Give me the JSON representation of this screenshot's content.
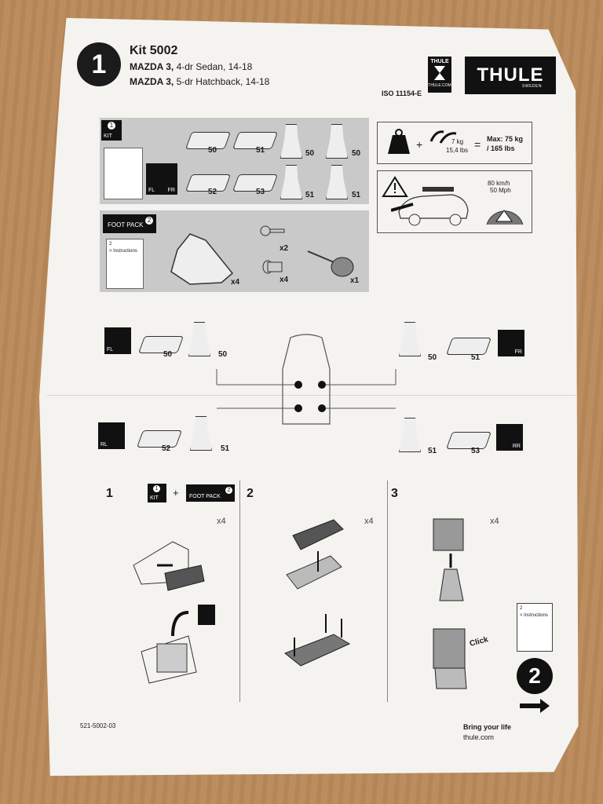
{
  "header": {
    "step_number": "1",
    "kit_title": "Kit 5002",
    "model_lines": [
      {
        "make": "MAZDA 3,",
        "desc": " 4-dr Sedan, 14-18"
      },
      {
        "make": "MAZDA 3,",
        "desc": " 5-dr Hatchback, 14-18"
      }
    ],
    "iso": "ISO 11154-E",
    "badge_brand": "THULE",
    "badge_sub": "THULE.COM",
    "brand_logo": "THULE",
    "brand_sub": "SWEDEN"
  },
  "kit_panel": {
    "badge_num": "1",
    "badge_label": "KIT",
    "pads_row1": [
      "50",
      "51"
    ],
    "feet_row1": [
      "50",
      "50"
    ],
    "pads_row2": [
      "52",
      "53"
    ],
    "feet_row2": [
      "51",
      "51"
    ],
    "fl": "FL",
    "fr": "FR"
  },
  "footpack_panel": {
    "label": "FOOT PACK",
    "badge_num": "2",
    "booklet_num": "2",
    "booklet_text": "> Instructions",
    "foot_qty": "x4",
    "key_qty": "x2",
    "lock_qty": "x4",
    "tool_qty": "x1"
  },
  "load_box": {
    "weight": "7 kg",
    "weight_lbs": "15,4 lbs",
    "max": "Max: 75 kg",
    "max_lbs": "/ 165 lbs"
  },
  "speed_box": {
    "speed_kmh": "80 km/h",
    "speed_mph": "50 Mph"
  },
  "positions": {
    "fl": {
      "label": "FL",
      "pad": "50",
      "foot": "50"
    },
    "fr": {
      "label": "FR",
      "pad": "51",
      "foot": "50"
    },
    "rl": {
      "label": "RL",
      "pad": "52",
      "foot": "51"
    },
    "rr": {
      "label": "RR",
      "pad": "53",
      "foot": "51"
    }
  },
  "steps": [
    {
      "num": "1",
      "qty": "x4",
      "kit_label": "KIT",
      "kit_num": "1",
      "plus": "+",
      "fp_label": "FOOT PACK",
      "fp_num": "2"
    },
    {
      "num": "2",
      "qty": "x4"
    },
    {
      "num": "3",
      "qty": "x4",
      "click": "Click",
      "booklet_num": "2",
      "booklet_text": "> Instructions"
    }
  ],
  "footer": {
    "part_no": "521-5002-03",
    "tagline": "Bring your life",
    "url": "thule.com",
    "next_step": "2"
  }
}
